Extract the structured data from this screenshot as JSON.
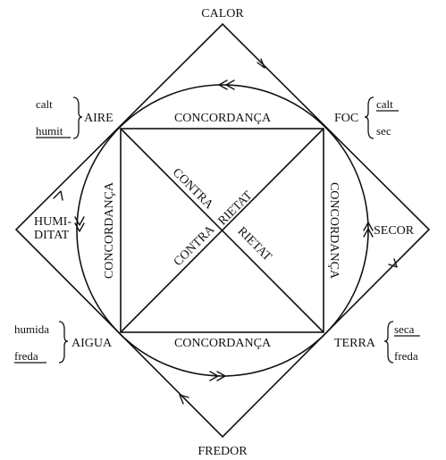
{
  "poles": {
    "top": "CALOR",
    "bottom": "FREDOR",
    "left_line1": "HUMI-",
    "left_line2": "DITAT",
    "right": "SECOR"
  },
  "elements": {
    "aire": {
      "name": "AIRE",
      "quality1": "calt",
      "quality2": "humit",
      "underlined": "humit"
    },
    "foc": {
      "name": "FOC",
      "quality1": "calt",
      "quality2": "sec",
      "underlined": "calt"
    },
    "aigua": {
      "name": "AIGUA",
      "quality1": "humida",
      "quality2": "freda",
      "underlined": "freda"
    },
    "terra": {
      "name": "TERRA",
      "quality1": "seca",
      "quality2": "freda",
      "underlined": "seca"
    }
  },
  "edges": {
    "top": "CONCORDANÇA",
    "bottom": "CONCORDANÇA",
    "left": "CONCORDANÇA",
    "right": "CONCORDANÇA"
  },
  "diagonals": {
    "d1_part1": "CONTRA",
    "d1_part2": "RIETAT",
    "d2_part1": "CONTRA",
    "d2_part2": "RIETAT"
  }
}
